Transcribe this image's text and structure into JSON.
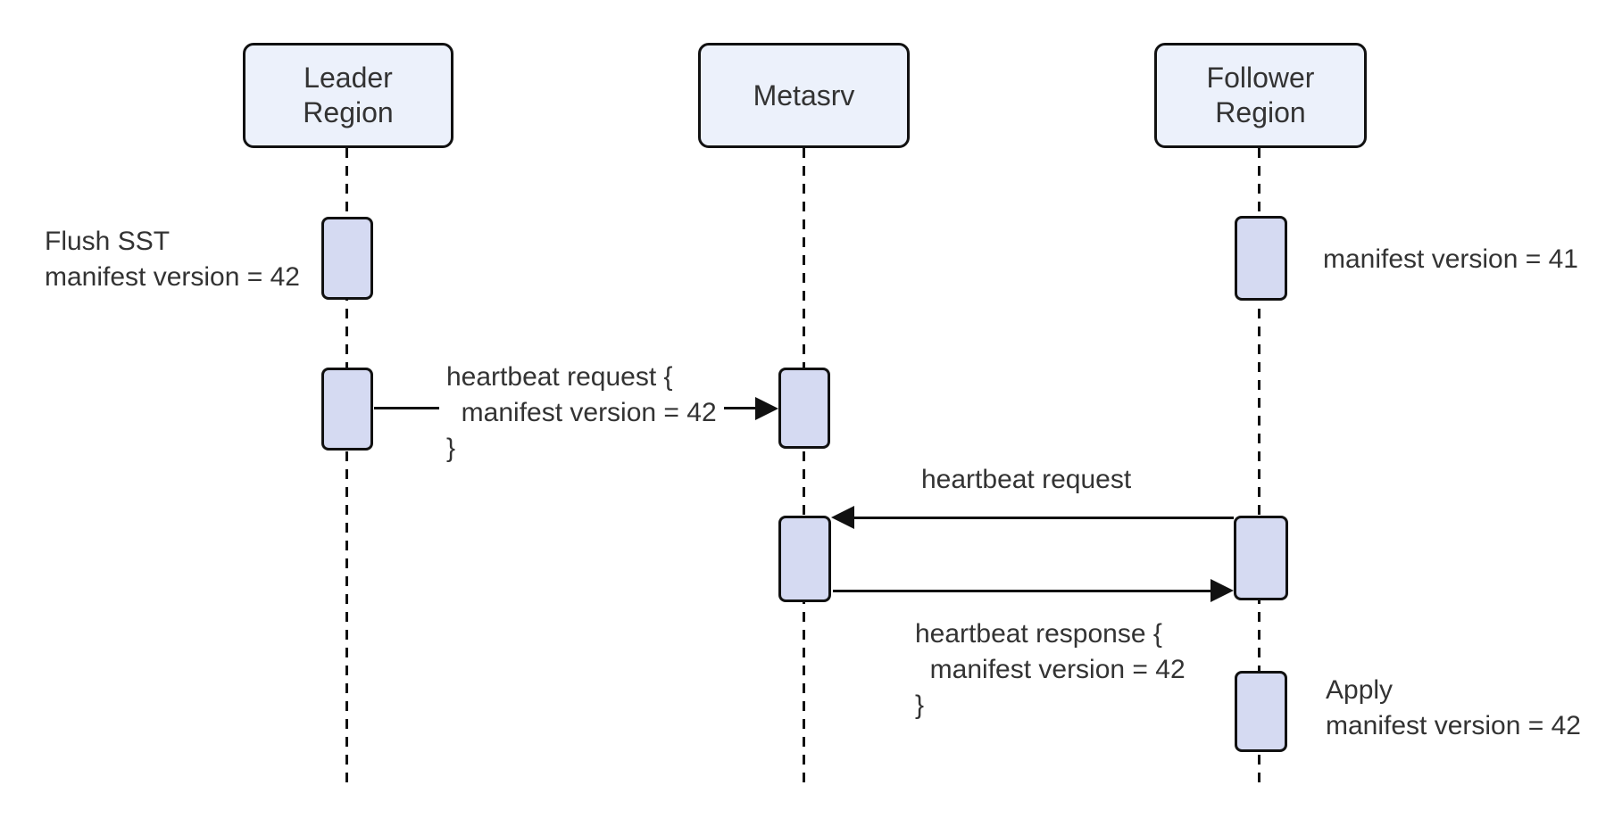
{
  "diagram_type": "sequence-diagram",
  "colors": {
    "line": "#111111",
    "text": "#333333",
    "participant_fill": "#ecf1fb",
    "activation_fill": "#d5daf2",
    "background": "#ffffff"
  },
  "participants": {
    "leader": {
      "line1": "Leader",
      "line2": "Region"
    },
    "metasrv": {
      "label": "Metasrv"
    },
    "follower": {
      "line1": "Follower",
      "line2": "Region"
    }
  },
  "annotations": {
    "flush": {
      "line1": "Flush SST",
      "line2": "manifest version = 42"
    },
    "follower_initial": {
      "line1": "manifest version = 41"
    },
    "apply": {
      "line1": "Apply",
      "line2": "manifest version = 42"
    }
  },
  "messages": {
    "leader_heartbeat": {
      "line1": "heartbeat request {",
      "line2": "  manifest version = 42",
      "line3": "}"
    },
    "follower_heartbeat": {
      "line1": "heartbeat request"
    },
    "heartbeat_response": {
      "line1": "heartbeat response {",
      "line2": "  manifest version = 42",
      "line3": "}"
    }
  }
}
